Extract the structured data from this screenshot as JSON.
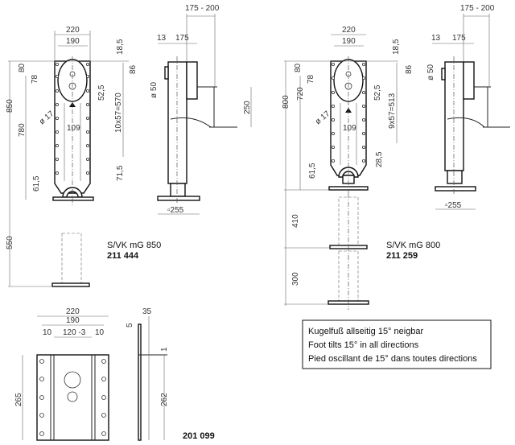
{
  "jack_850": {
    "name": "S/VK mG 850",
    "number": "211 444",
    "dims": {
      "w220": "220",
      "w190": "190",
      "h850": "850",
      "h780": "780",
      "h80": "80",
      "h78": "78",
      "d18_5": "18,5",
      "d86": "86",
      "d52_5": "52,5",
      "pitch": "10x57=570",
      "hole": "ø 17",
      "d109": "109",
      "d71_5": "71,5",
      "d61_5": "61,5",
      "h550": "550",
      "s13": "13",
      "s175": "175",
      "crank": "175 - 200",
      "shaft": "ø 50",
      "d250": "250",
      "foot": "▫255"
    }
  },
  "jack_800": {
    "name": "S/VK mG 800",
    "number": "211 259",
    "dims": {
      "w220": "220",
      "w190": "190",
      "h800": "800",
      "h720": "720",
      "h80": "80",
      "h78": "78",
      "d18_5": "18,5",
      "d86": "86",
      "d52_5": "52,5",
      "pitch": "9x57=513",
      "hole": "ø 17",
      "d109": "109",
      "d28_5": "28,5",
      "d61_5": "61,5",
      "h410": "410",
      "h300": "300",
      "s13": "13",
      "s175": "175",
      "crank": "175 - 200",
      "shaft": "ø 50",
      "foot": "▫255"
    }
  },
  "plate": {
    "number": "201 099",
    "dims": {
      "w220": "220",
      "w190": "190",
      "e10a": "10",
      "w120": "120 -3",
      "e10b": "10",
      "h265": "265",
      "t35": "35",
      "t5": "5",
      "t1": "1",
      "h262": "262"
    }
  },
  "note": {
    "lines": [
      "Kugelfuß allseitig 15° neigbar",
      "Foot tilts 15° in all directions",
      "Pied oscillant de 15° dans toutes directions"
    ]
  }
}
